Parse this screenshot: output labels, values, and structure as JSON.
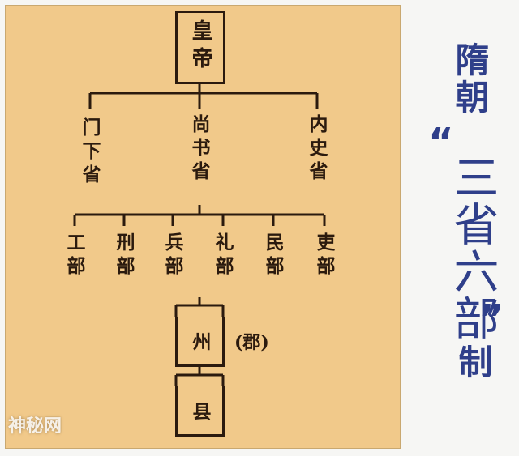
{
  "top": {
    "label": "皇帝"
  },
  "provinces": [
    {
      "label": "门下省"
    },
    {
      "label": "尚书省"
    },
    {
      "label": "内史省"
    }
  ],
  "ministries": [
    {
      "label": "工部"
    },
    {
      "label": "刑部"
    },
    {
      "label": "兵部"
    },
    {
      "label": "礼部"
    },
    {
      "label": "民部"
    },
    {
      "label": "吏部"
    }
  ],
  "local": {
    "zhou": "州",
    "zhou_note": "(郡)",
    "xian": "县"
  },
  "title": {
    "line1": "隋朝",
    "open_quote": "“",
    "main": "三省六部",
    "close_quote": "”",
    "suffix": "制"
  },
  "watermark": "神秘网",
  "colors": {
    "panel_bg": "#f1c98a",
    "ink": "#2b1a0e",
    "title_blue": "#2f3f8a"
  }
}
